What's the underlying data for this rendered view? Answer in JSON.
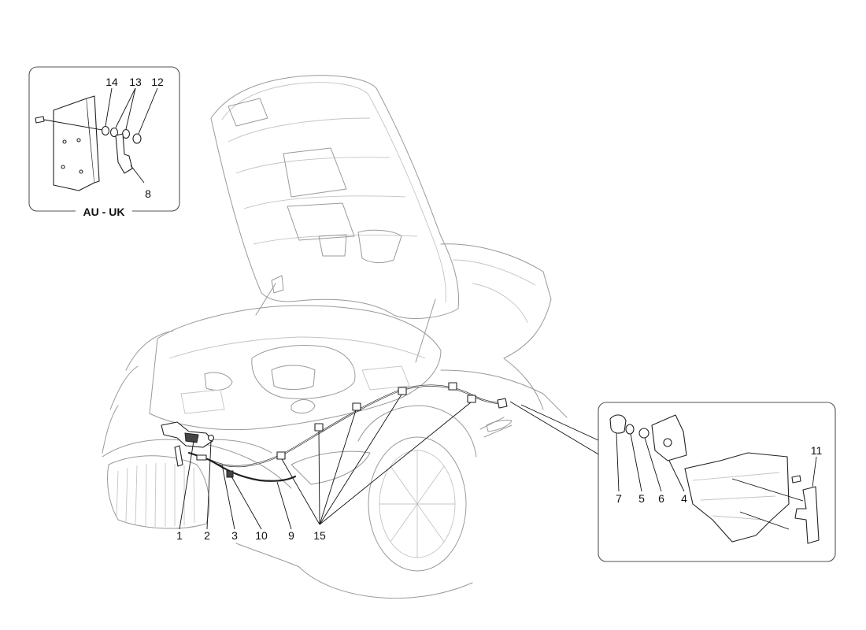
{
  "inset_label": "AU - UK",
  "callouts": {
    "p1": "1",
    "p2": "2",
    "p3": "3",
    "p4": "4",
    "p5": "5",
    "p6": "6",
    "p7": "7",
    "p8": "8",
    "p9": "9",
    "p10": "10",
    "p11": "11",
    "p12": "12",
    "p13": "13",
    "p14": "14",
    "p15": "15"
  }
}
